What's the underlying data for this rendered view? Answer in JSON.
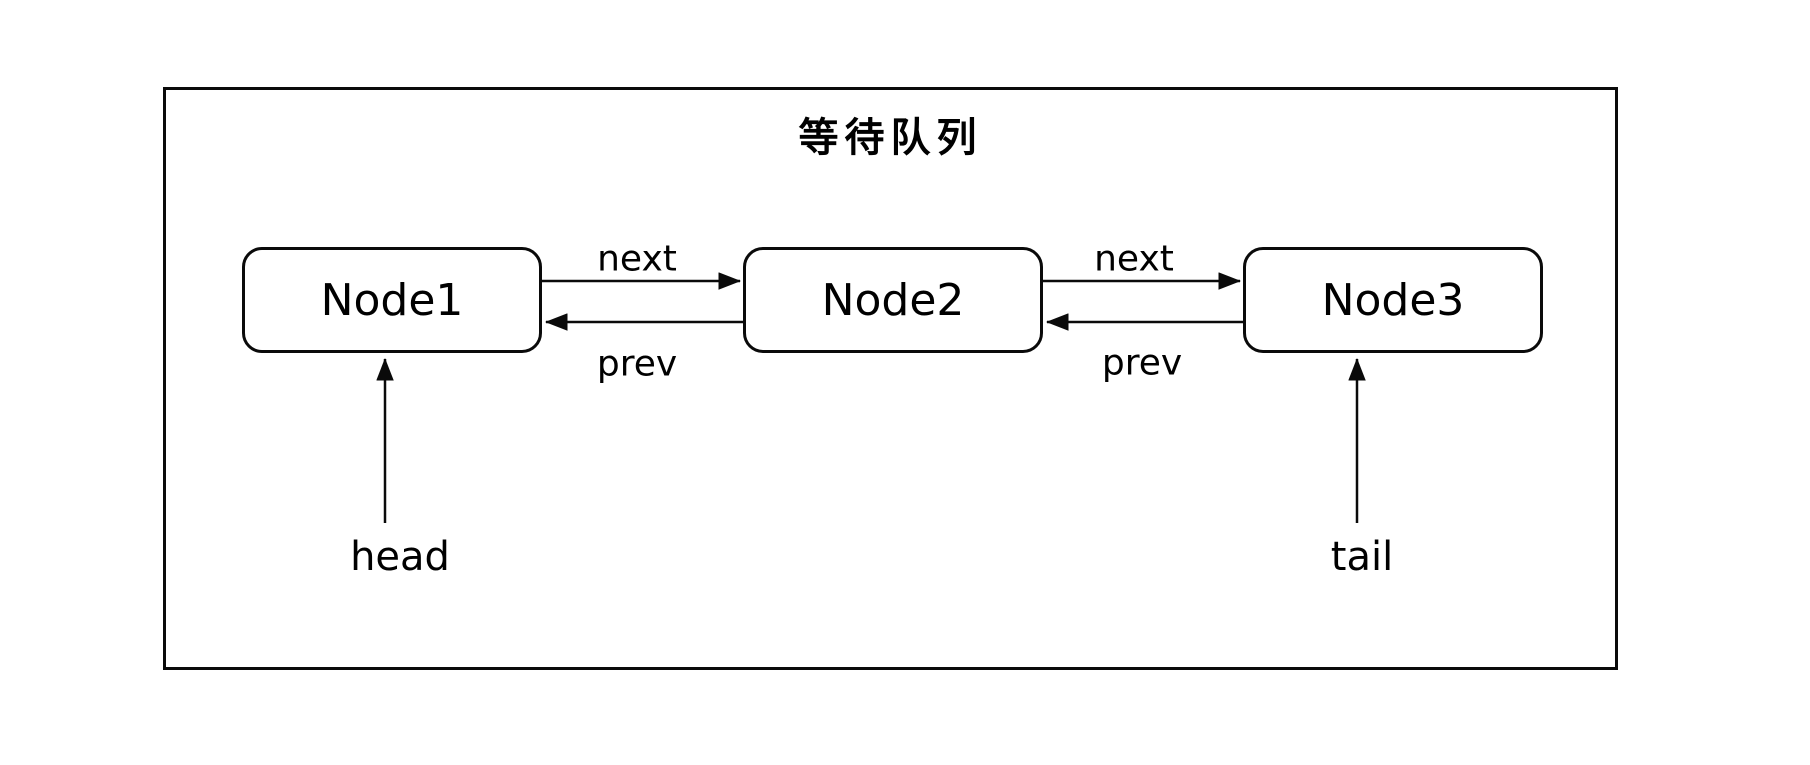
{
  "diagram": {
    "title": "等待队列",
    "nodes": [
      {
        "label": "Node1"
      },
      {
        "label": "Node2"
      },
      {
        "label": "Node3"
      }
    ],
    "edges": [
      {
        "from": "Node1",
        "to": "Node2",
        "label": "next",
        "direction": "right"
      },
      {
        "from": "Node2",
        "to": "Node1",
        "label": "prev",
        "direction": "left"
      },
      {
        "from": "Node2",
        "to": "Node3",
        "label": "next",
        "direction": "right"
      },
      {
        "from": "Node3",
        "to": "Node2",
        "label": "prev",
        "direction": "left"
      }
    ],
    "pointers": [
      {
        "label": "head",
        "target": "Node1"
      },
      {
        "label": "tail",
        "target": "Node3"
      }
    ],
    "colors": {
      "stroke": "#0a0a0a",
      "background": "#ffffff"
    }
  }
}
